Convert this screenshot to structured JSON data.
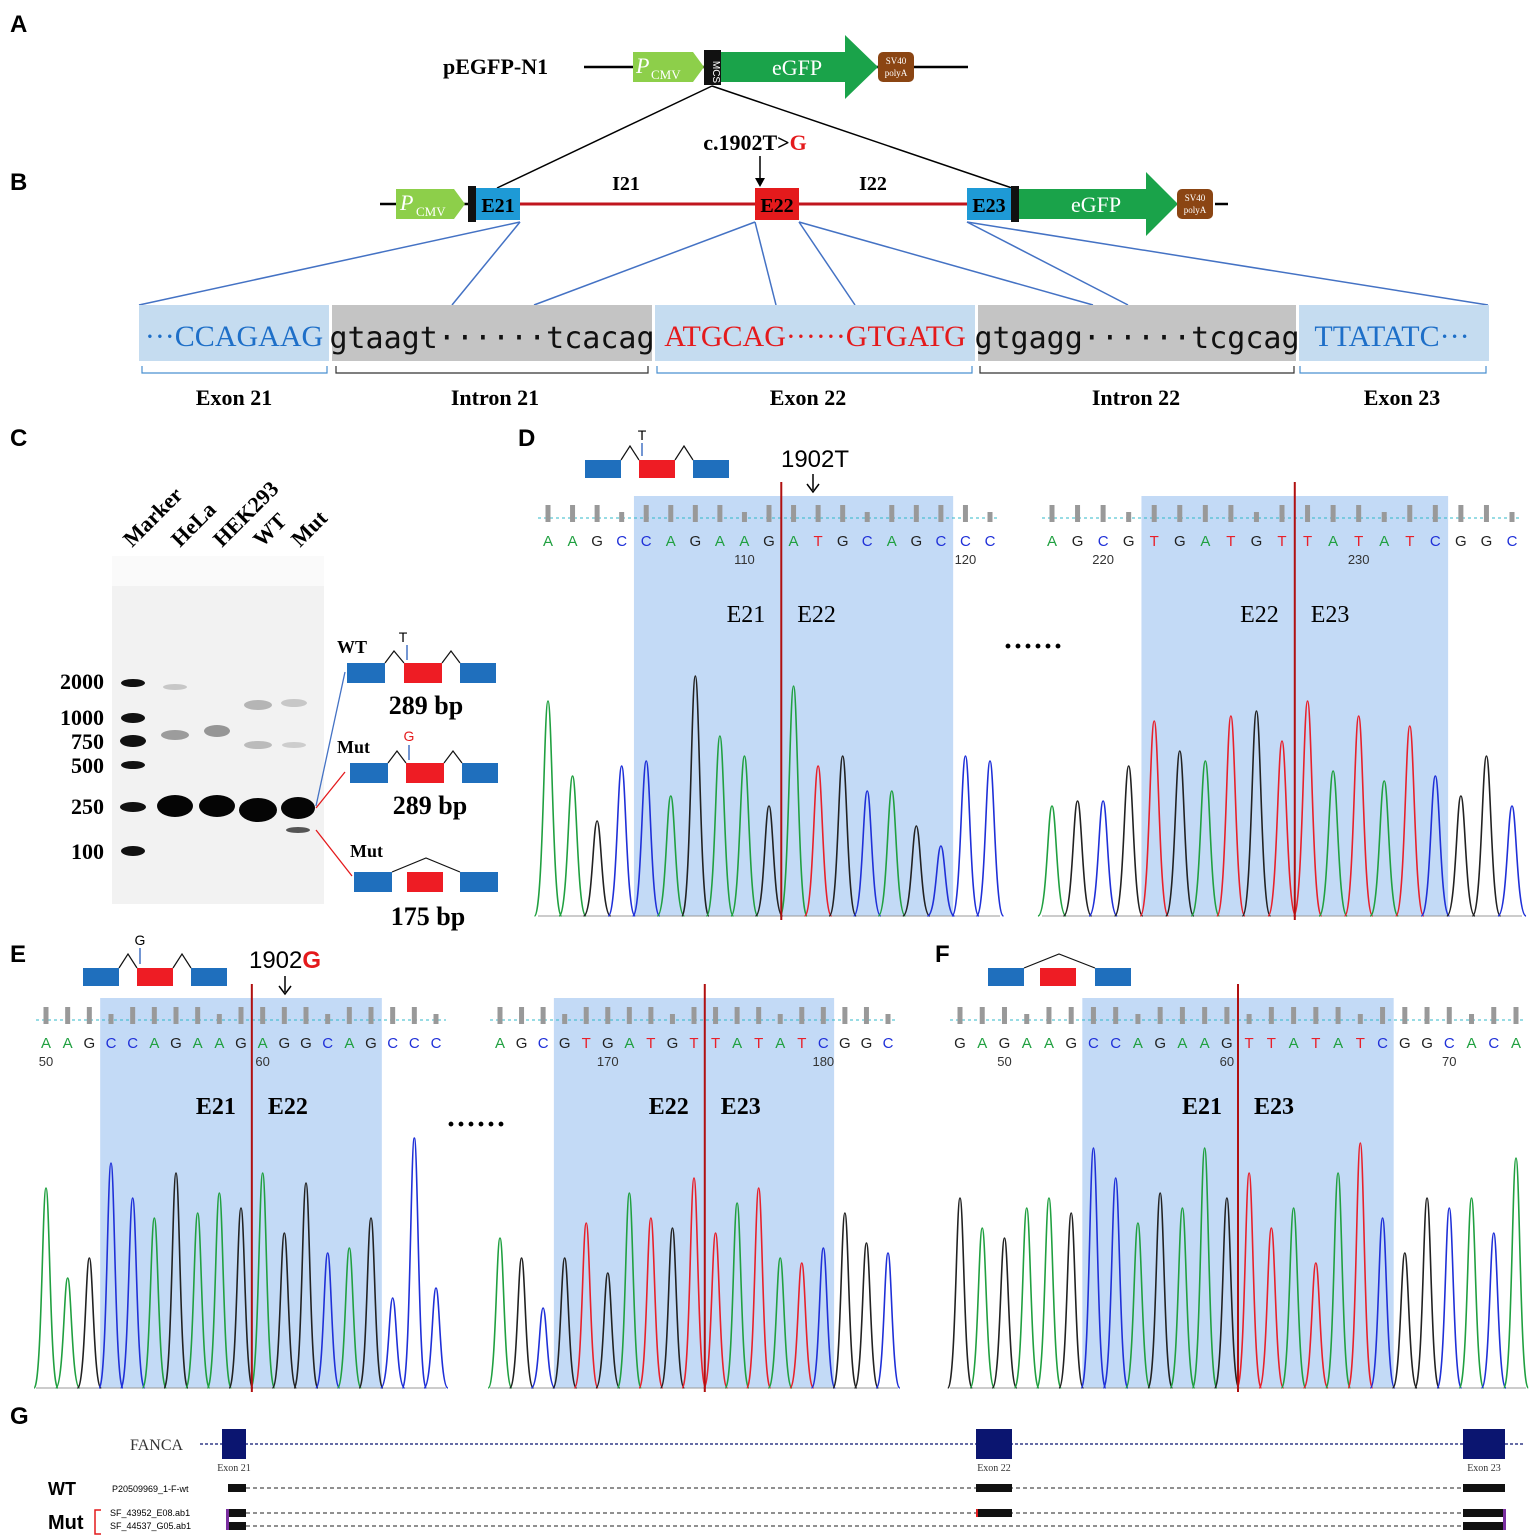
{
  "panels": {
    "a": "A",
    "b": "B",
    "c": "C",
    "d": "D",
    "e": "E",
    "f": "F",
    "g": "G"
  },
  "panel_a": {
    "vector": "pEGFP-N1",
    "promoter": "P",
    "promoter_sub": "CMV",
    "mcs": "MCS",
    "gene": "eGFP",
    "polya_line1": "SV40",
    "polya_line2": "polyA"
  },
  "panel_b": {
    "mutation_prefix": "c.1902T>",
    "mutation_alt": "G",
    "exons": [
      "E21",
      "E22",
      "E23"
    ],
    "introns": [
      "I21",
      "I22"
    ],
    "seq_boxes": [
      {
        "text": "···CCAGAAG",
        "label": "Exon 21"
      },
      {
        "text": "gtaagt······tcacag",
        "label": "Intron 21"
      },
      {
        "text_a": "AT",
        "text_b": "GCAG······GTGATG",
        "label": "Exon 22"
      },
      {
        "text": "gtgagg······tcgcag",
        "label": "Intron 22"
      },
      {
        "text": "TTATATC···",
        "label": "Exon 23"
      }
    ]
  },
  "panel_c": {
    "lanes": [
      "Marker",
      "HeLa",
      "HEK293",
      "WT",
      "Mut"
    ],
    "ladder": [
      "2000",
      "1000",
      "750",
      "500",
      "250",
      "100"
    ],
    "products": [
      {
        "label": "WT",
        "allele": "T",
        "size": "289 bp"
      },
      {
        "label": "Mut",
        "allele": "G",
        "size": "289 bp"
      },
      {
        "label": "Mut",
        "allele": "",
        "size": "175 bp"
      }
    ]
  },
  "panel_d": {
    "allele": "T",
    "pointer_num": "1902",
    "pointer_base": "T",
    "left_seq": "AAGCCAGAAGATGCAGCCC",
    "left_ticks": [
      "110",
      "120"
    ],
    "left_junction": [
      "E21",
      "E22"
    ],
    "right_seq": "AGCGTGATGTTATATCGGC",
    "right_ticks": [
      "220",
      "230"
    ],
    "right_junction": [
      "E22",
      "E23"
    ],
    "ellipsis": "······"
  },
  "panel_e": {
    "allele": "G",
    "pointer_num": "1902",
    "pointer_base": "G",
    "left_seq": "AAGCCAGAAGAGGCAGCCC",
    "left_ticks": [
      "50",
      "60"
    ],
    "left_junction": [
      "E21",
      "E22"
    ],
    "right_seq": "AGCGTGATGTTATATCGGC",
    "right_ticks": [
      "170",
      "180"
    ],
    "right_junction": [
      "E22",
      "E23"
    ],
    "ellipsis": "······"
  },
  "panel_f": {
    "seq": "GAGAAGCCAGAAGTTATATCGGCACA",
    "ticks": [
      "50",
      "60",
      "70"
    ],
    "junction": [
      "E21",
      "E23"
    ]
  },
  "panel_g": {
    "gene": "FANCA",
    "exons": [
      "Exon 21",
      "Exon 22",
      "Exon 23"
    ],
    "wt_label": "WT",
    "wt_read": "P20509969_1-F-wt",
    "mut_label": "Mut",
    "mut_reads": [
      "SF_43952_E08.ab1",
      "SF_44537_G05.ab1"
    ]
  },
  "colors": {
    "cmv_green": "#8dcf4a",
    "egfp_green": "#1aa34a",
    "exon_blue": "#1e9ad6",
    "exon_red": "#e41a1c",
    "intron_red": "#c0161e",
    "polya_brown": "#8b4513",
    "seq_blue_box": "#c5dcf0",
    "seq_gray_box": "#c4c4c4",
    "highlight": "#b9d4f5",
    "trace_A": "#20a040",
    "trace_C": "#1f30d8",
    "trace_G": "#222222",
    "trace_T": "#e8202a",
    "junction_red": "#b01010",
    "diagram_blue": "#1f6fbd",
    "diagram_red": "#ee1c24",
    "gene_navy": "#0b1570"
  }
}
